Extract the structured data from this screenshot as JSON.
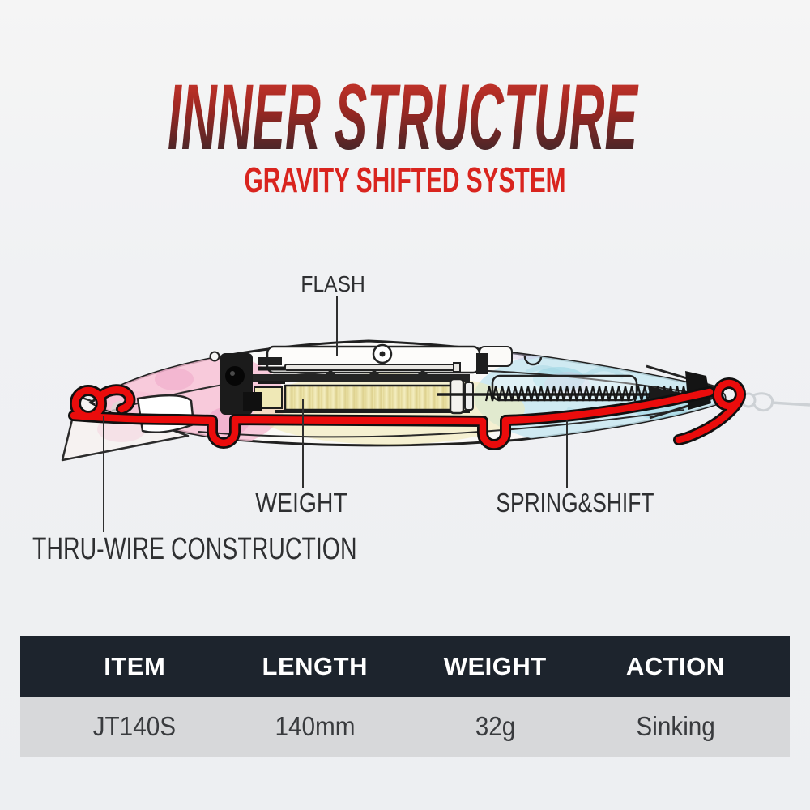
{
  "title": {
    "text": "INNER STRUCTURE",
    "gradient_top": "#d83a2e",
    "gradient_mid": "#9c2722",
    "gradient_bottom": "#24262b"
  },
  "subtitle": {
    "text": "GRAVITY SHIFTED SYSTEM",
    "color": "#d9241e"
  },
  "diagram": {
    "labels": {
      "flash": "FLASH",
      "weight": "WEIGHT",
      "spring_shift": "SPRING&SHIFT",
      "thru_wire": "THRU-WIRE CONSTRUCTION"
    },
    "colors": {
      "wire_red": "#ea0c0c",
      "outline": "#202020",
      "flash_plate": "#fdfcfa",
      "weight_block": "#ece4a9",
      "tint_pink": "#f7bed3",
      "tint_blue": "#c7e7f1",
      "tint_yellow": "#f1e9b2"
    }
  },
  "table": {
    "headers": [
      "ITEM",
      "LENGTH",
      "WEIGHT",
      "ACTION"
    ],
    "row": [
      "JT140S",
      "140mm",
      "32g",
      "Sinking"
    ],
    "header_bg": "#1d242d",
    "header_color": "#ffffff",
    "row_bg": "#d7d8da",
    "row_color": "#393b3e"
  }
}
